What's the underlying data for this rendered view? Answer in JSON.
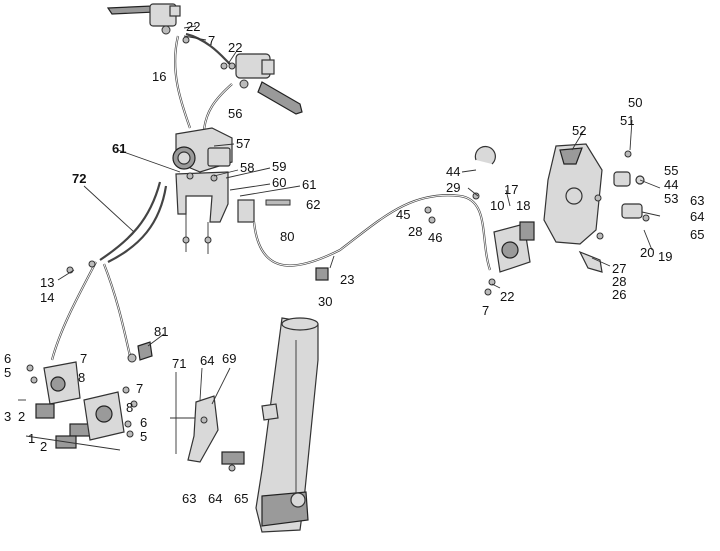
{
  "diagram": {
    "labels": [
      {
        "id": "l22a",
        "text": "22"
      },
      {
        "id": "l7a",
        "text": "7"
      },
      {
        "id": "l22b",
        "text": "22"
      },
      {
        "id": "l16",
        "text": "16"
      },
      {
        "id": "l56",
        "text": "56"
      },
      {
        "id": "l61a",
        "text": "61"
      },
      {
        "id": "l57",
        "text": "57"
      },
      {
        "id": "l58",
        "text": "58"
      },
      {
        "id": "l59",
        "text": "59"
      },
      {
        "id": "l60",
        "text": "60"
      },
      {
        "id": "l61b",
        "text": "61"
      },
      {
        "id": "l62",
        "text": "62"
      },
      {
        "id": "l80",
        "text": "80"
      },
      {
        "id": "l72",
        "text": "72"
      },
      {
        "id": "l13",
        "text": "13"
      },
      {
        "id": "l14",
        "text": "14"
      },
      {
        "id": "l81",
        "text": "81"
      },
      {
        "id": "l6a",
        "text": "6"
      },
      {
        "id": "l5a",
        "text": "5"
      },
      {
        "id": "l7b",
        "text": "7"
      },
      {
        "id": "l8a",
        "text": "8"
      },
      {
        "id": "l7c",
        "text": "7"
      },
      {
        "id": "l8b",
        "text": "8"
      },
      {
        "id": "l6b",
        "text": "6"
      },
      {
        "id": "l5b",
        "text": "5"
      },
      {
        "id": "l3",
        "text": "3"
      },
      {
        "id": "l2a",
        "text": "2"
      },
      {
        "id": "l1",
        "text": "1"
      },
      {
        "id": "l2b",
        "text": "2"
      },
      {
        "id": "l71",
        "text": "71"
      },
      {
        "id": "l64a",
        "text": "64"
      },
      {
        "id": "l69",
        "text": "69"
      },
      {
        "id": "l63a",
        "text": "63"
      },
      {
        "id": "l64b",
        "text": "64"
      },
      {
        "id": "l65a",
        "text": "65"
      },
      {
        "id": "l30",
        "text": "30"
      },
      {
        "id": "l23",
        "text": "23"
      },
      {
        "id": "l44a",
        "text": "44"
      },
      {
        "id": "l29",
        "text": "29"
      },
      {
        "id": "l17",
        "text": "17"
      },
      {
        "id": "l10",
        "text": "10"
      },
      {
        "id": "l18",
        "text": "18"
      },
      {
        "id": "l45",
        "text": "45"
      },
      {
        "id": "l28a",
        "text": "28"
      },
      {
        "id": "l46",
        "text": "46"
      },
      {
        "id": "l22c",
        "text": "22"
      },
      {
        "id": "l7d",
        "text": "7"
      },
      {
        "id": "l50",
        "text": "50"
      },
      {
        "id": "l51",
        "text": "51"
      },
      {
        "id": "l52",
        "text": "52"
      },
      {
        "id": "l55",
        "text": "55"
      },
      {
        "id": "l44b",
        "text": "44"
      },
      {
        "id": "l53",
        "text": "53"
      },
      {
        "id": "l63b",
        "text": "63"
      },
      {
        "id": "l64c",
        "text": "64"
      },
      {
        "id": "l65b",
        "text": "65"
      },
      {
        "id": "l20",
        "text": "20"
      },
      {
        "id": "l19",
        "text": "19"
      },
      {
        "id": "l27",
        "text": "27"
      },
      {
        "id": "l28b",
        "text": "28"
      },
      {
        "id": "l26",
        "text": "26"
      }
    ]
  }
}
